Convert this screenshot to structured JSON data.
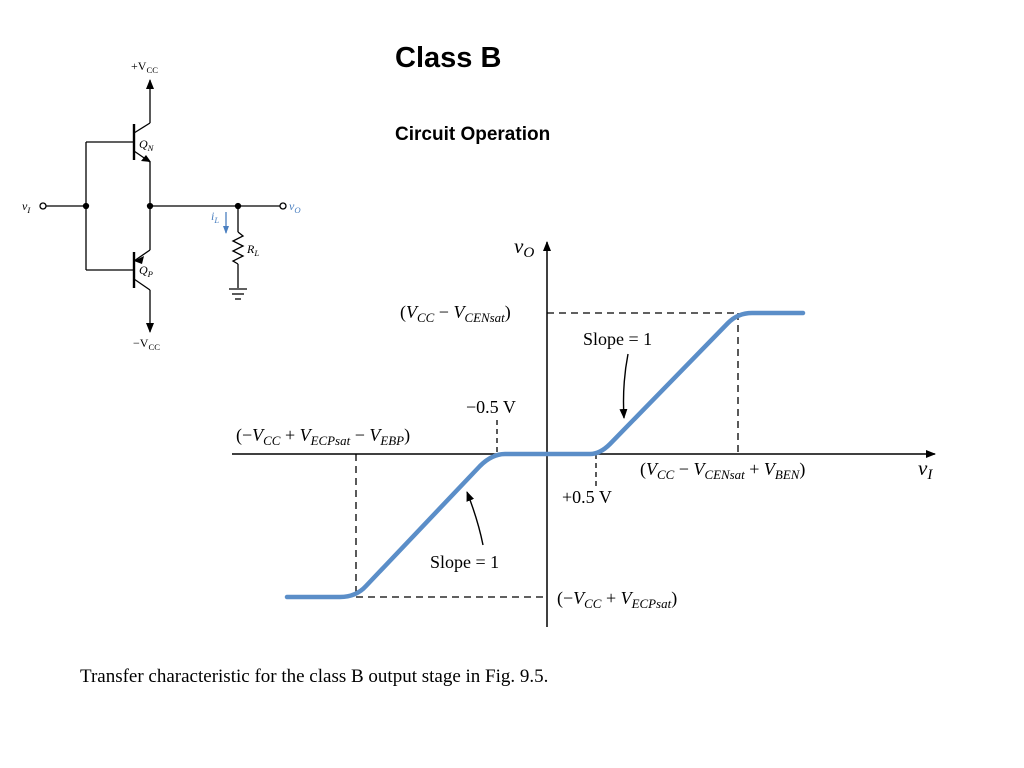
{
  "page": {
    "title": "Class B",
    "subtitle": "Circuit Operation",
    "caption": "Transfer characteristic for the class B output stage in Fig. 9.5."
  },
  "circuit": {
    "vcc_pos": "+V",
    "vcc_pos_sub": "CC",
    "vcc_neg": "−V",
    "vcc_neg_sub": "CC",
    "qn": "Q",
    "qn_sub": "N",
    "qp": "Q",
    "qp_sub": "P",
    "vi": "v",
    "vi_sub": "I",
    "vo": "v",
    "vo_sub": "O",
    "il": "i",
    "il_sub": "L",
    "rl": "R",
    "rl_sub": "L"
  },
  "graph": {
    "y_axis": "v",
    "y_axis_sub": "O",
    "x_axis": "v",
    "x_axis_sub": "I",
    "slope_upper": "Slope = 1",
    "slope_lower": "Slope = 1",
    "neg_half": "−0.5 V",
    "pos_half": "+0.5 V",
    "top_level": {
      "open": "(",
      "v1": "V",
      "v1_sub": "CC",
      "op": " − ",
      "v2": "V",
      "v2_sub": "CENsat",
      "close": ")"
    },
    "bottom_level": {
      "open": "(−",
      "v1": "V",
      "v1_sub": "CC",
      "op": " + ",
      "v2": "V",
      "v2_sub": "ECPsat",
      "close": ")"
    },
    "left_break": {
      "open": "(−",
      "v1": "V",
      "v1_sub": "CC",
      "op1": " + ",
      "v2": "V",
      "v2_sub": "ECPsat",
      "op2": " − ",
      "v3": "V",
      "v3_sub": "EBP",
      "close": ")"
    },
    "right_break": {
      "open": "(",
      "v1": "V",
      "v1_sub": "CC",
      "op1": " − ",
      "v2": "V",
      "v2_sub": "CENsat",
      "op2": " + ",
      "v3": "V",
      "v3_sub": "BEN",
      "close": ")"
    }
  },
  "colors": {
    "curve": "#5b8ec8",
    "il_arrow": "#4a7fc0"
  }
}
